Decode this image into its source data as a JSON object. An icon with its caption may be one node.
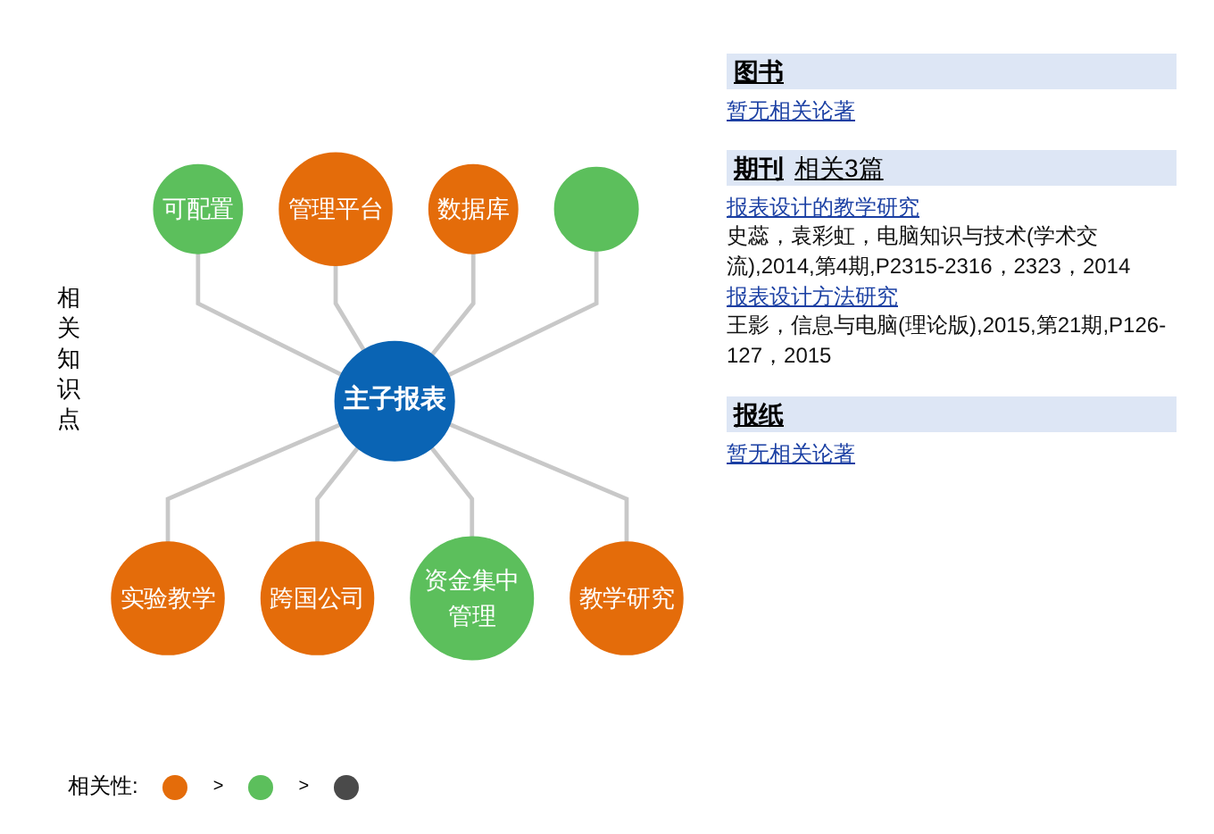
{
  "diagram": {
    "nodes": [
      {
        "text": [
          "可配置"
        ]
      },
      {
        "text": [
          "管理平台"
        ]
      },
      {
        "text": [
          "数据库"
        ]
      },
      {
        "text": [],
        "shape": "circle"
      },
      {
        "text": [
          "主子报表"
        ]
      },
      {
        "text": [
          "实验教学"
        ]
      },
      {
        "text": [
          "跨国公司"
        ]
      },
      {
        "text": [
          "资金集中管理"
        ]
      },
      {
        "text": [
          "教学研究"
        ]
      }
    ],
    "edges": [
      {
        "from": 0,
        "to": 4,
        "arrow": "none"
      },
      {
        "from": 1,
        "to": 4,
        "arrow": "none"
      },
      {
        "from": 2,
        "to": 4,
        "arrow": "none"
      },
      {
        "from": 3,
        "to": 4,
        "arrow": "none"
      },
      {
        "from": 4,
        "to": 5,
        "arrow": "none"
      },
      {
        "from": 4,
        "to": 6,
        "arrow": "none"
      },
      {
        "from": 4,
        "to": 7,
        "arrow": "none"
      },
      {
        "from": 4,
        "to": 8,
        "arrow": "none"
      }
    ],
    "labels": [
      "相关知识点",
      "图书",
      "暂无相关论著",
      "期刊",
      "相关3篇",
      "报表设计的教学研究",
      "史蕊，袁彩虹，电脑知识与技术(学术交流),2014,第4期,P2315-2316，2323，2014",
      "报表设计方法研究",
      "王影，信息与电脑(理论版),2015,第21期,P126-127，2015",
      "报纸",
      "暂无相关论著",
      "相关性:",
      ">",
      ">"
    ]
  }
}
